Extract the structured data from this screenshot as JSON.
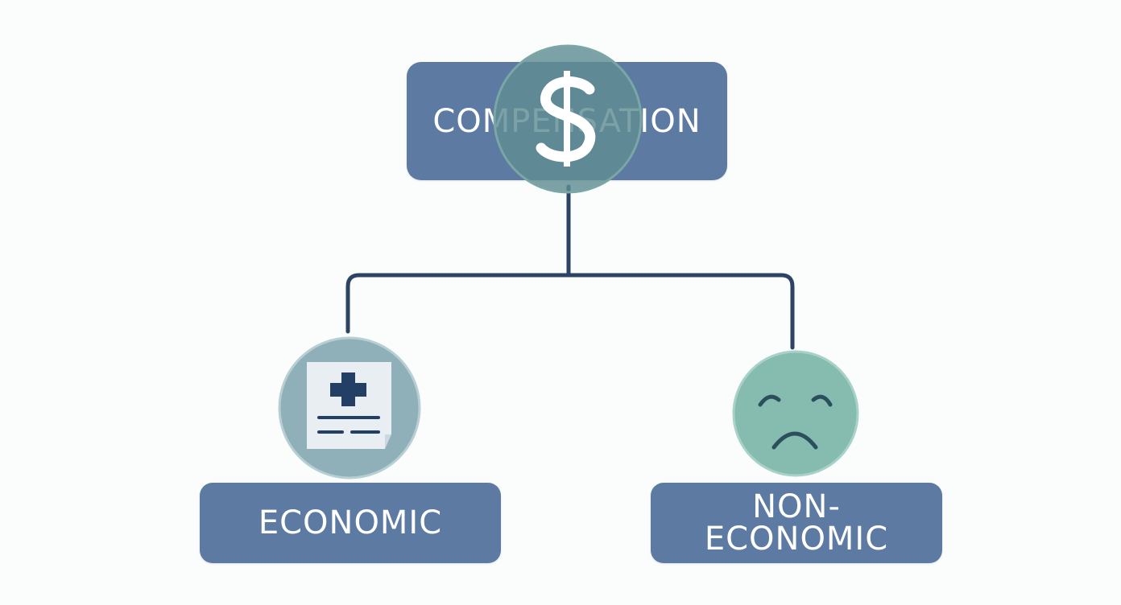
{
  "diagram": {
    "root": {
      "label": "COMPENSATION",
      "icon": "dollar-sign-icon"
    },
    "children": [
      {
        "label": "ECONOMIC",
        "icon": "medical-bill-icon"
      },
      {
        "label": "NON-\nECONOMIC",
        "icon": "sad-face-icon"
      }
    ],
    "colors": {
      "node_fill": "#5d7aa3",
      "connector": "#2c4363",
      "dollar_circle": "#5f8c93",
      "economic_circle": "#8fb0b9",
      "noneconomic_circle": "#86bcb0"
    }
  }
}
